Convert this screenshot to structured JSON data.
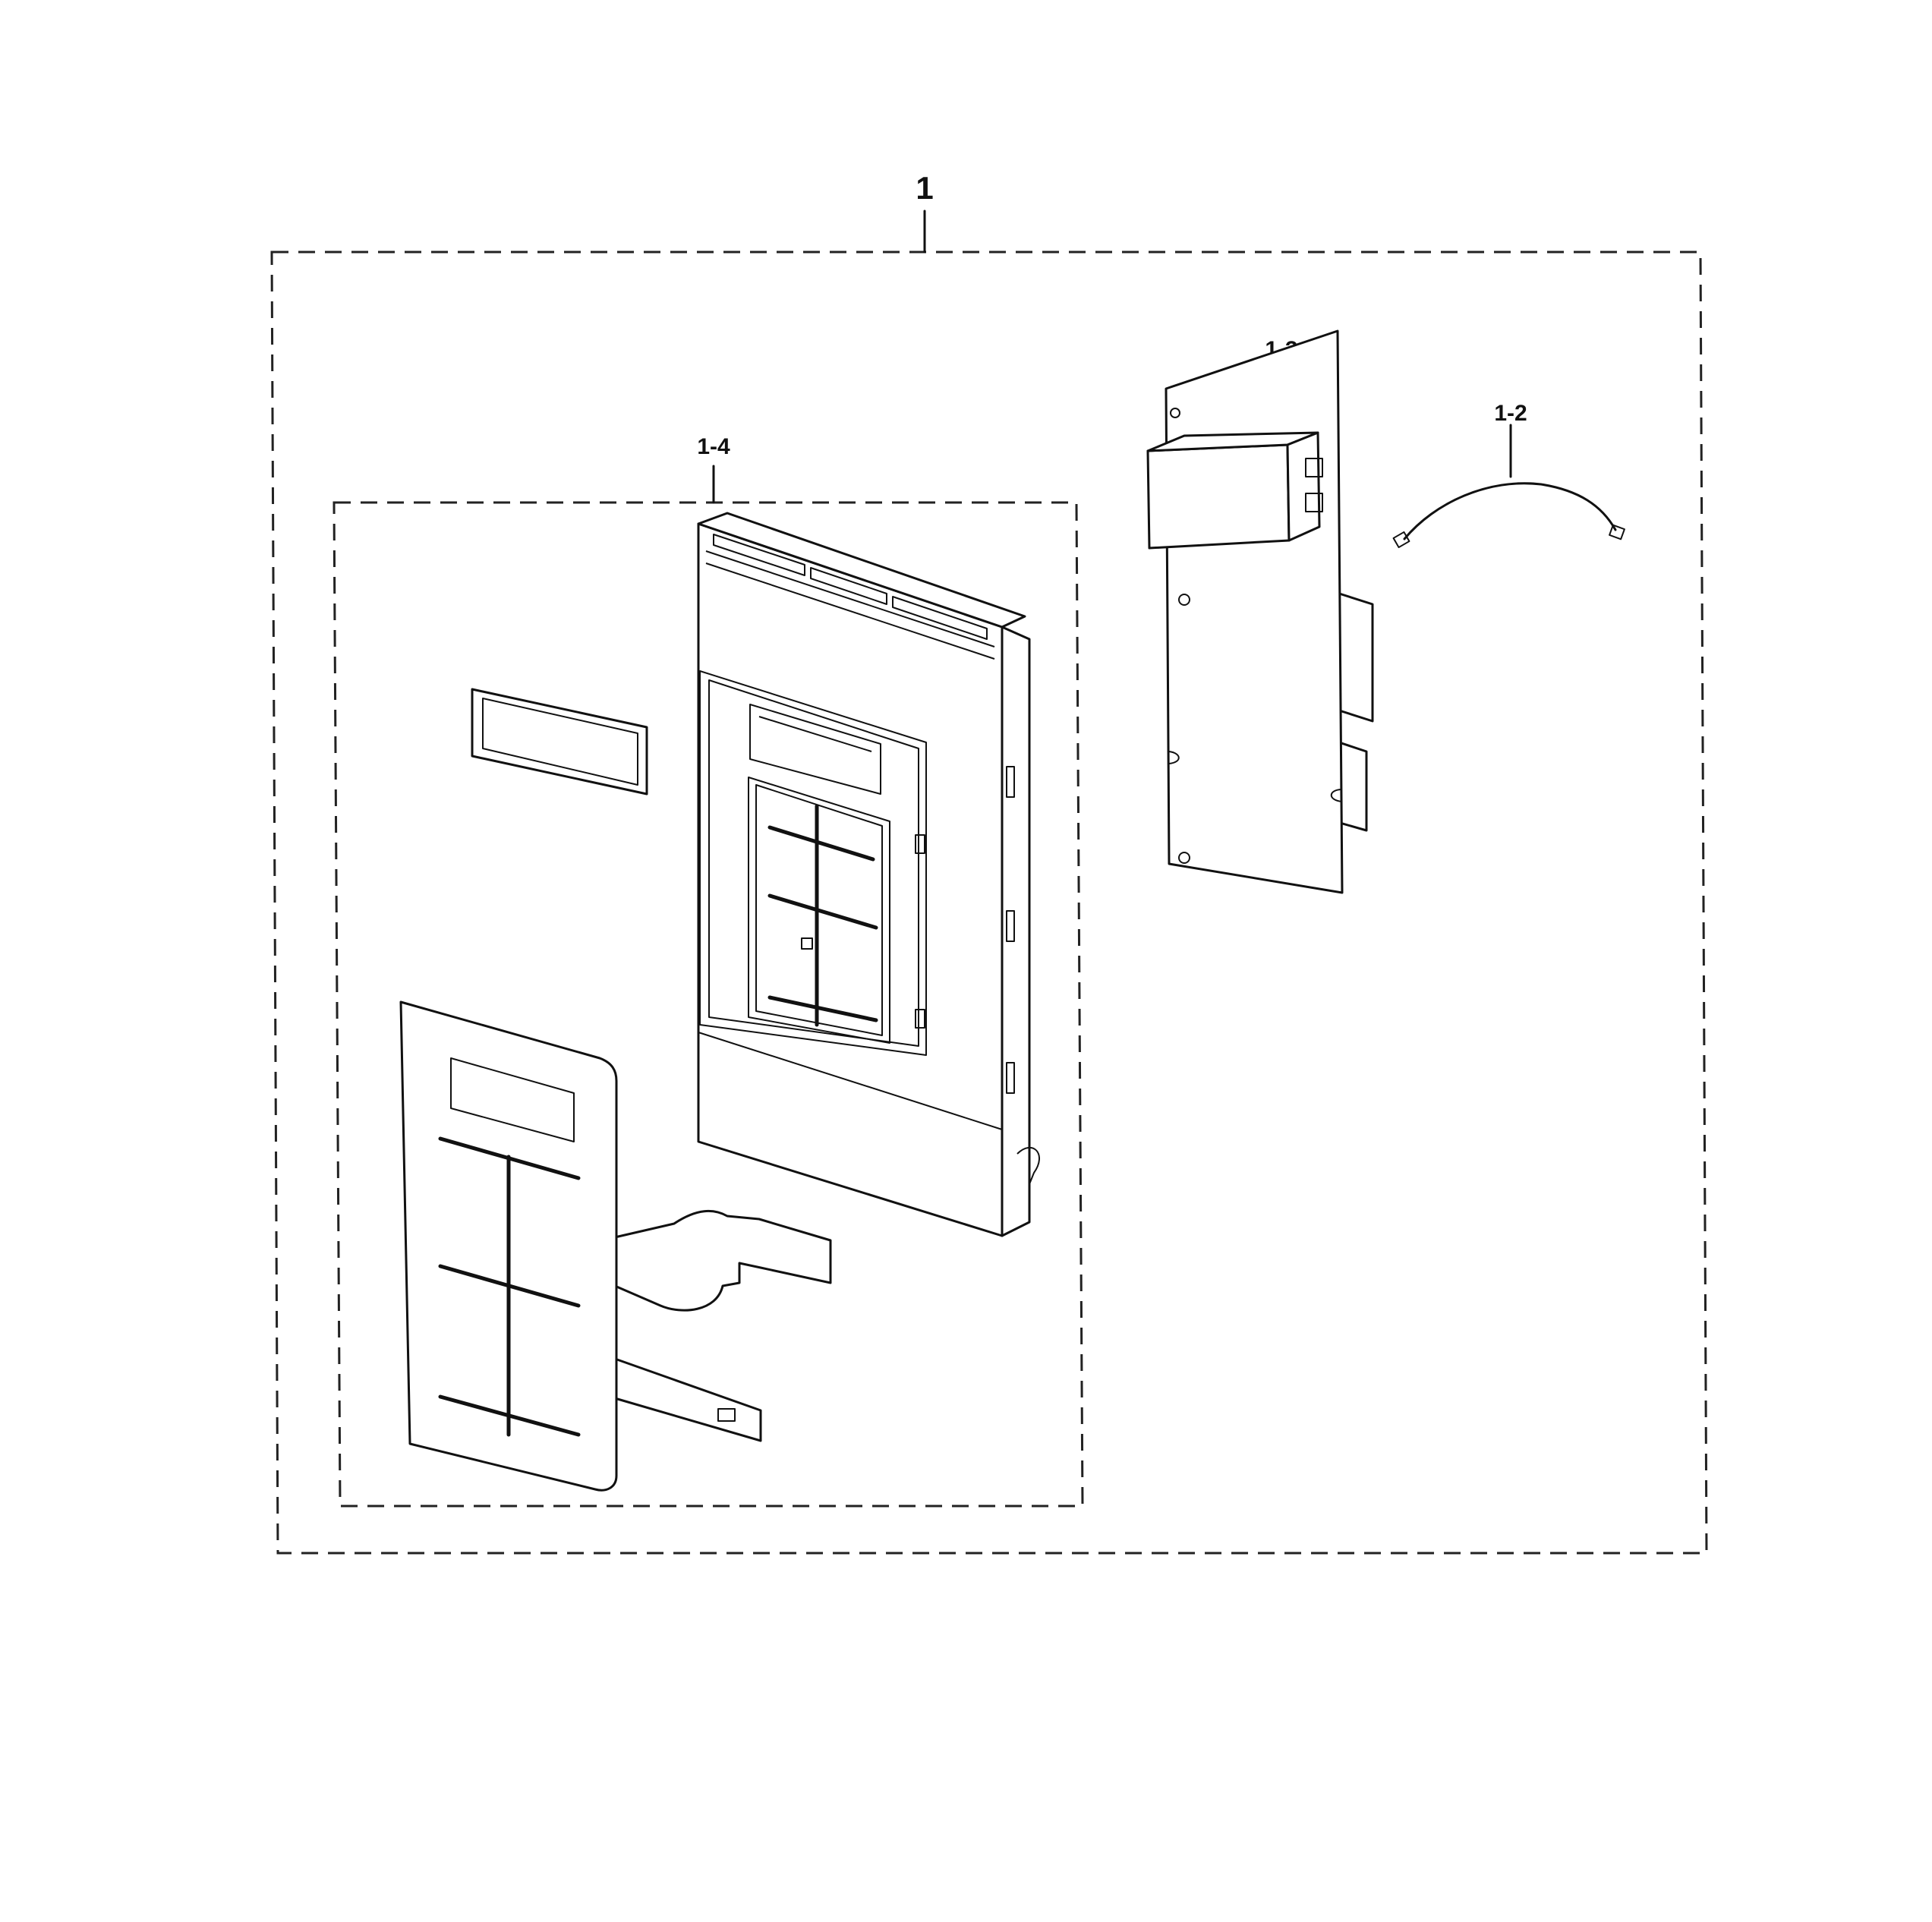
{
  "callouts": {
    "assembly": "1",
    "wire": "1-2",
    "pcb": "1-3",
    "control_panel": "1-4"
  },
  "colors": {
    "line": "#111111",
    "background": "#ffffff"
  }
}
